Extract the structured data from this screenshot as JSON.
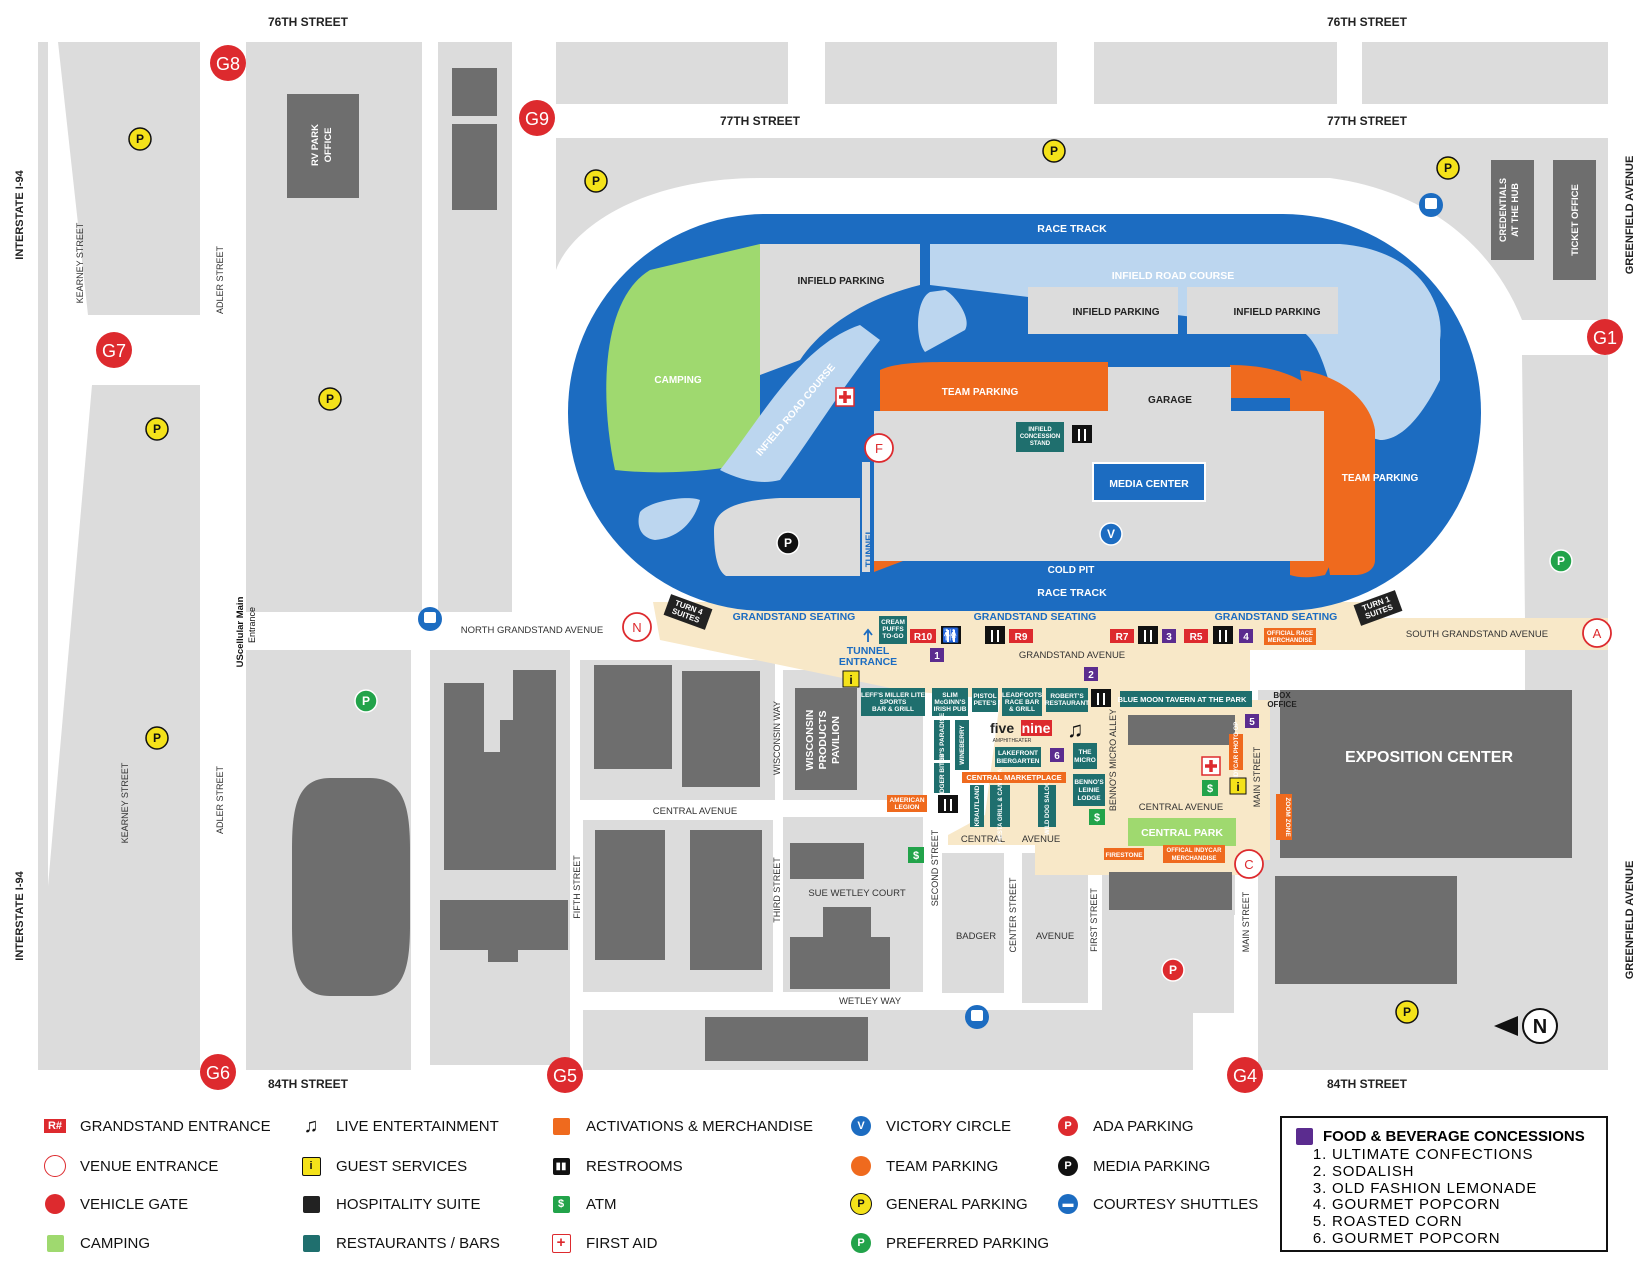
{
  "colors": {
    "block": "#dcdcdc",
    "building": "#6e6e6e",
    "track": "#1c6cc1",
    "infield_road": "#bcd6ef",
    "camping": "#9fd96f",
    "team": "#ef6a1e",
    "plaza": "#f8e8c8",
    "teal": "#1f6f6e",
    "gate": "#dd2a2e",
    "yellow": "#f4e21a",
    "purple": "#5b2c8f",
    "green": "#22a34a",
    "central_park": "#9fd96f"
  },
  "streets": {
    "s76_left": "76TH STREET",
    "s76_right": "76TH STREET",
    "s77_mid": "77TH STREET",
    "s77_right": "77TH STREET",
    "s84_left": "84TH STREET",
    "s84_right": "84TH STREET",
    "i94_top": "INTERSTATE I-94",
    "i94_bottom": "INTERSTATE I-94",
    "greenfield_top": "GREENFIELD AVENUE",
    "greenfield_bottom": "GREENFIELD AVENUE",
    "kearney_top": "KEARNEY STREET",
    "kearney_bottom": "KEARNEY STREET",
    "adler_top": "ADLER STREET",
    "adler_bottom": "ADLER STREET",
    "north_grandstand": "NORTH GRANDSTAND AVENUE",
    "south_grandstand": "SOUTH GRANDSTAND AVENUE",
    "grandstand_ave": "GRANDSTAND AVENUE",
    "central_ave_left": "CENTRAL AVENUE",
    "central_ave_right": "CENTRAL AVENUE",
    "central_lower": "CENTRAL",
    "avenue_lower": "AVENUE",
    "wisconsin_way": "WISCONSIN WAY",
    "fifth_street": "FIFTH STREET",
    "third_street": "THIRD STREET",
    "second_street": "SECOND STREET",
    "center_street": "CENTER STREET",
    "first_street": "FIRST STREET",
    "main_street_top": "MAIN STREET",
    "main_street_bottom": "MAIN STREET",
    "bennos_alley": "BENNO'S MICRO ALLEY",
    "sue_wetley": "SUE WETLEY COURT",
    "wetley_way": "WETLEY WAY",
    "badger": "BADGER",
    "avenue_badger": "AVENUE"
  },
  "areas": {
    "race_track_top": "RACE TRACK",
    "race_track_bottom": "RACE TRACK",
    "infield_road_top": "INFIELD ROAD COURSE",
    "infield_road_diag": "INFIELD ROAD COURSE",
    "infield_parking_1": "INFIELD PARKING",
    "infield_parking_2": "INFIELD PARKING",
    "infield_parking_3": "INFIELD PARKING",
    "camping": "CAMPING",
    "team_parking_1": "TEAM PARKING",
    "team_parking_2": "TEAM PARKING",
    "garage": "GARAGE",
    "media_center": "MEDIA CENTER",
    "cold_pit": "COLD PIT",
    "tunnel": "TUNNEL",
    "tunnel_entrance_1": "TUNNEL",
    "tunnel_entrance_2": "ENTRANCE",
    "grandstand_seating_1": "GRANDSTAND SEATING",
    "grandstand_seating_2": "GRANDSTAND SEATING",
    "grandstand_seating_3": "GRANDSTAND SEATING",
    "turn4_1": "TURN 4",
    "turn4_2": "SUITES",
    "turn1_1": "TURN 1",
    "turn1_2": "SUITES",
    "rv_park_1": "RV PARK",
    "rv_park_2": "OFFICE",
    "credentials_1": "CREDENTIALS",
    "credentials_2": "AT THE HUB",
    "ticket_office": "TICKET OFFICE",
    "main_entrance_1": "UScellular Main",
    "main_entrance_2": "Entrance",
    "box_office_1": "BOX",
    "box_office_2": "OFFICE",
    "exposition_center": "EXPOSITION CENTER",
    "central_park": "CENTRAL PARK",
    "wi_pavilion_1": "WISCONSIN",
    "wi_pavilion_2": "PRODUCTS",
    "wi_pavilion_3": "PAVILION",
    "infield_concession_1": "INFIELD",
    "infield_concession_2": "CONCESSION",
    "infield_concession_3": "STAND",
    "cream_puffs_1": "CREAM",
    "cream_puffs_2": "PUFFS",
    "cream_puffs_3": "TO-GO",
    "central_marketplace": "CENTRAL MARKETPLACE",
    "american_legion_1": "AMERICAN",
    "american_legion_2": "LEGION",
    "firestone": "FIRESTONE",
    "official_race_1": "OFFICIAL RACE",
    "official_race_2": "MERCHANDISE",
    "official_indycar_1": "OFFICAL INDYCAR",
    "official_indycar_2": "MERCHANDISE",
    "blue_moon": "BLUE MOON TAVERN AT THE PARK",
    "leffs_1": "LEFF'S MILLER LITE",
    "leffs_2": "SPORTS",
    "leffs_3": "BAR & GRILL",
    "slim_1": "SLIM",
    "slim_2": "McGINN'S",
    "slim_3": "IRISH PUB",
    "pistol_1": "PISTOL",
    "pistol_2": "PETE'S",
    "leadfoots_1": "LEADFOOTS",
    "leadfoots_2": "RACE BAR",
    "leadfoots_3": "& GRILL",
    "roberts_1": "ROBERT'S",
    "roberts_2": "RESTAURANT",
    "fivenine_a": "five",
    "fivenine_b": "nine",
    "amphitheater": "AMPHITHEATER",
    "lakefront_1": "LAKEFRONT",
    "lakefront_2": "BIERGARTEN",
    "micro_1": "THE",
    "micro_2": "MICRO",
    "bennos_1": "BENNO'S",
    "bennos_2": "LEINIE",
    "bennos_3": "LODGE",
    "pops": "POP'S PARADISE",
    "wineberry": "WINEBERRY",
    "badger_bites": "BADGER BITES",
    "krautland": "KRAUTLAND",
    "fiesta": "FIESTA GRILL & CANTINA",
    "wild_dog": "WILD DOG SALOON",
    "indycar_photo": "INDYCAR PHOTO OP",
    "zoom_zone": "ZOOM ZONE"
  },
  "gates": [
    "G1",
    "G4",
    "G5",
    "G6",
    "G7",
    "G8",
    "G9"
  ],
  "entrances": [
    "A",
    "C",
    "F",
    "N"
  ],
  "grandstand_entrances": [
    "R10",
    "R9",
    "R7",
    "R5"
  ],
  "concession_markers": [
    "1",
    "2",
    "3",
    "4",
    "5",
    "6"
  ],
  "symbols": {
    "parking": "P",
    "victory": "V",
    "info": "i",
    "atm": "$",
    "compass": "N"
  },
  "legend": {
    "col1": [
      "GRANDSTAND ENTRANCE",
      "VENUE ENTRANCE",
      "VEHICLE GATE",
      "CAMPING"
    ],
    "col2": [
      "LIVE ENTERTAINMENT",
      "GUEST SERVICES",
      "HOSPITALITY SUITE",
      "RESTAURANTS / BARS"
    ],
    "col3": [
      "ACTIVATIONS & MERCHANDISE",
      "RESTROOMS",
      "ATM",
      "FIRST AID"
    ],
    "col4": [
      "VICTORY CIRCLE",
      "TEAM PARKING",
      "GENERAL PARKING",
      "PREFERRED PARKING"
    ],
    "col5": [
      "ADA PARKING",
      "MEDIA PARKING",
      "COURTESY SHUTTLES"
    ],
    "grandstand_icon": "R#"
  },
  "fb": {
    "title": "FOOD & BEVERAGE CONCESSIONS",
    "items": [
      "ULTIMATE CONFECTIONS",
      "SODALISH",
      "OLD FASHION LEMONADE",
      "GOURMET POPCORN",
      "ROASTED CORN",
      "GOURMET POPCORN"
    ]
  }
}
